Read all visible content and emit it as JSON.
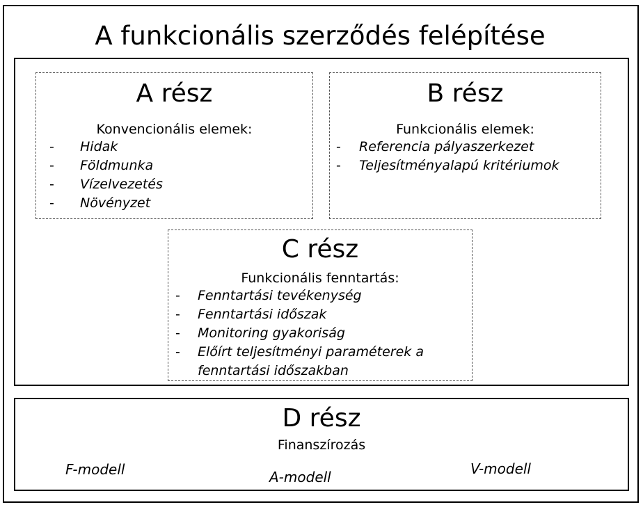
{
  "title": "A funkcionális szerződés felépítése",
  "part_a": {
    "heading": "A rész",
    "subheading": "Konvencionális elemek:",
    "items": [
      "Hidak",
      "Földmunka",
      "Vízelvezetés",
      "Növényzet"
    ]
  },
  "part_b": {
    "heading": "B rész",
    "subheading": "Funkcionális elemek:",
    "items": [
      "Referencia pályaszerkezet",
      "Teljesítményalapú kritériumok"
    ]
  },
  "part_c": {
    "heading": "C rész",
    "subheading": "Funkcionális fenntartás:",
    "items": [
      "Fenntartási tevékenység",
      "Fenntartási időszak",
      "Monitoring gyakoriság",
      "Előírt teljesítményi paraméterek a fenntartási időszakban"
    ]
  },
  "part_d": {
    "heading": "D rész",
    "subheading": "Finanszírozás",
    "models": [
      "F-modell",
      "A-modell",
      "V-modell"
    ]
  },
  "bullet": "-"
}
